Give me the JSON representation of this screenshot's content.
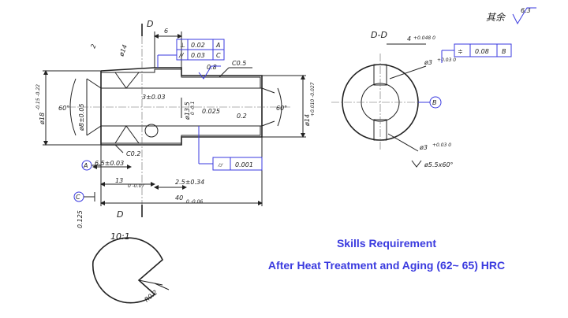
{
  "drawing": {
    "section_marker": "D",
    "section_title": "D-D",
    "scale_label": "10:1",
    "other_surfaces_cn": "其余",
    "other_surfaces_roughness": "6.3",
    "dims": {
      "len_6": "6",
      "len_2": "2",
      "dia_14": "ø14",
      "dia_18": "ø18",
      "dia_18_tol": "-0.15 -0.22",
      "angle_60_left": "60°",
      "dia_8": "ø8±0.05",
      "len_3": "3±0.03",
      "dia_13_5": "ø13.5",
      "dia_13_5_tol": "0 -0.1",
      "chamfer_c05": "C0.5",
      "ra_08": "0.8",
      "angle_60_right": "60°",
      "dia_14_right": "ø14",
      "dia_14_right_tol": "+0.010 -0.027",
      "chamfer_c02": "C0.2",
      "len_6_5": "6.5±0.03",
      "len_13": "13",
      "len_13_tol": "0 -0.07",
      "len_2_5": "2.5±0.34",
      "len_40": "40",
      "len_40_tol": "0 -0.06",
      "val_0125": "0.125",
      "val_0025": "0.025",
      "val_02": "0.2",
      "slot_4": "4",
      "slot_4_tol": "+0.048 0",
      "hole_3_top": "ø3",
      "hole_3_tol": "+0.03 0",
      "hole_3_bottom": "ø3",
      "countersink": "ø5.5x60°",
      "radius": "R0.2"
    },
    "frames": {
      "perp_symbol": "⊥",
      "perp_value": "0.02",
      "perp_datum": "A",
      "par_symbol": "//",
      "par_value": "0.03",
      "par_datum": "C",
      "cyl_symbol": "⌭",
      "cyl_value": "0.001",
      "sym_symbol": "≑",
      "sym_value": "0.08",
      "sym_datum": "B"
    },
    "datums": {
      "a": "A",
      "b": "B",
      "c": "C"
    }
  },
  "captions": {
    "line1": "Skills Requirement",
    "line2": "After Heat Treatment and Aging (62~ 65) HRC"
  }
}
